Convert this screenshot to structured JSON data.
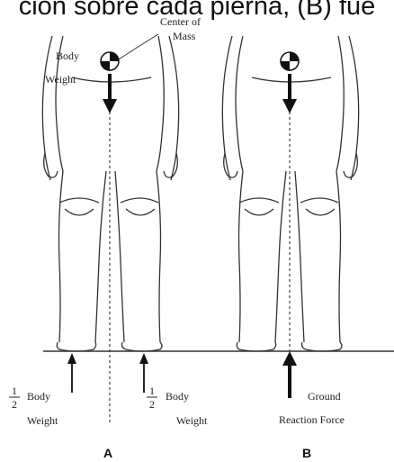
{
  "caption": "ción sobre cada pierna, (B) fue",
  "labels": {
    "center_of_mass": [
      "Center of",
      "Mass"
    ],
    "body_weight": [
      "Body",
      "Weight"
    ],
    "half": "1/2",
    "half_num": "1",
    "half_den": "2",
    "half_body_left": [
      "Body",
      "Weight"
    ],
    "half_body_right": [
      "Body",
      "Weight"
    ],
    "ground_reaction": [
      "Ground",
      "Reaction Force"
    ]
  },
  "panels": {
    "a": "A",
    "b": "B"
  },
  "colors": {
    "line": "#222222",
    "ink": "#111111"
  }
}
